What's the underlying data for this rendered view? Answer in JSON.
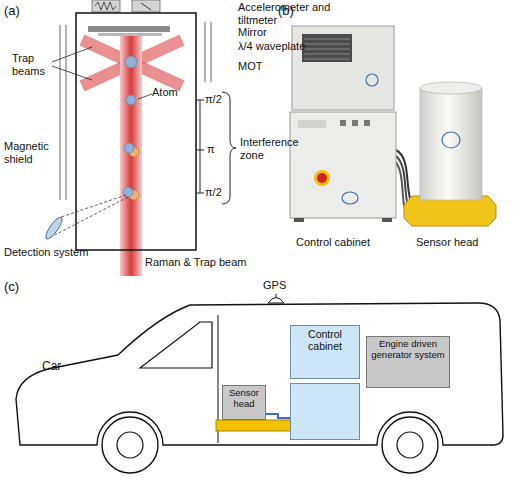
{
  "diagram": {
    "nodes": [
      {
        "text": [
          "Car"
        ]
      },
      {
        "text": [
          "Sensor head"
        ],
        "in": 0
      },
      {
        "text": [
          "Control cabinet"
        ],
        "in": 0
      },
      {
        "text": [
          "Engine driven generator system"
        ],
        "in": 0
      }
    ],
    "edges": [
      {
        "from": 1,
        "to": 2,
        "arrow": "none"
      }
    ],
    "labels": [
      "(a)",
      "Accelerometer and tiltmeter",
      "Mirror",
      "λ/4 waveplate",
      "MOT",
      "Trap beams",
      "Atom",
      "π/2",
      "π",
      "π/2",
      "Magnetic shield",
      "Interference zone",
      "Detection system",
      "Raman & Trap beam",
      "(b)",
      "Control cabinet",
      "Sensor head",
      "(c)",
      "GPS"
    ]
  }
}
